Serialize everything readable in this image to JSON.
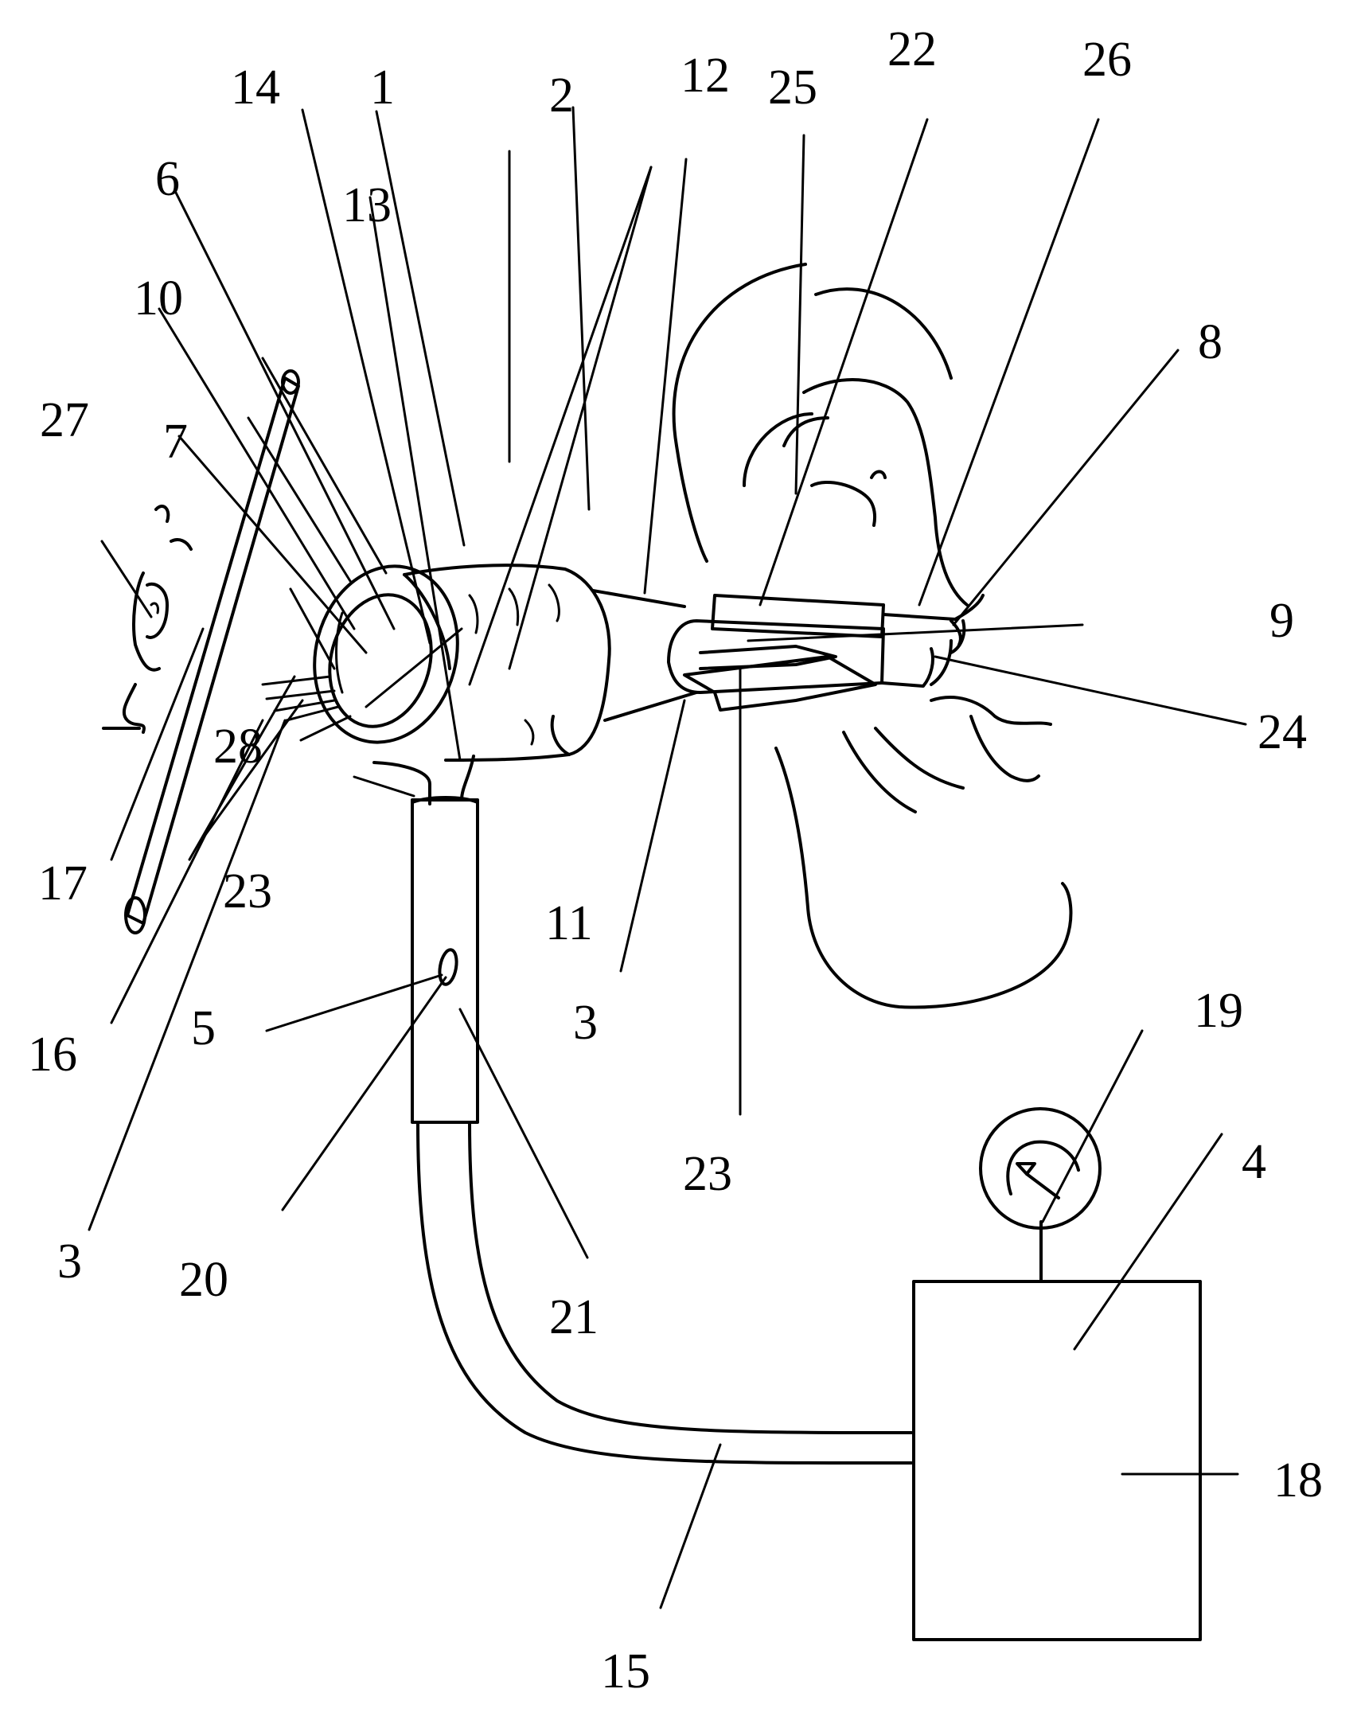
{
  "figure": {
    "labels": {
      "l1": "1",
      "l2": "2",
      "l3a": "3",
      "l3b": "3",
      "l4": "4",
      "l5": "5",
      "l6": "6",
      "l7": "7",
      "l8": "8",
      "l9": "9",
      "l10": "10",
      "l11": "11",
      "l12": "12",
      "l13": "13",
      "l14": "14",
      "l15": "15",
      "l16": "16",
      "l17": "17",
      "l18": "18",
      "l19": "19",
      "l20": "20",
      "l21": "21",
      "l22": "22",
      "l23a": "23",
      "l23b": "23",
      "l24": "24",
      "l25": "25",
      "l26": "26",
      "l27": "27",
      "l28": "28"
    },
    "components": [
      "ear",
      "ear-canal-nozzle",
      "hand-unit-cone",
      "hand-unit-cylinder",
      "eyepiece",
      "handle",
      "switch-button",
      "hose",
      "console-box",
      "pressure-gauge",
      "face-profile",
      "face-shield"
    ]
  }
}
